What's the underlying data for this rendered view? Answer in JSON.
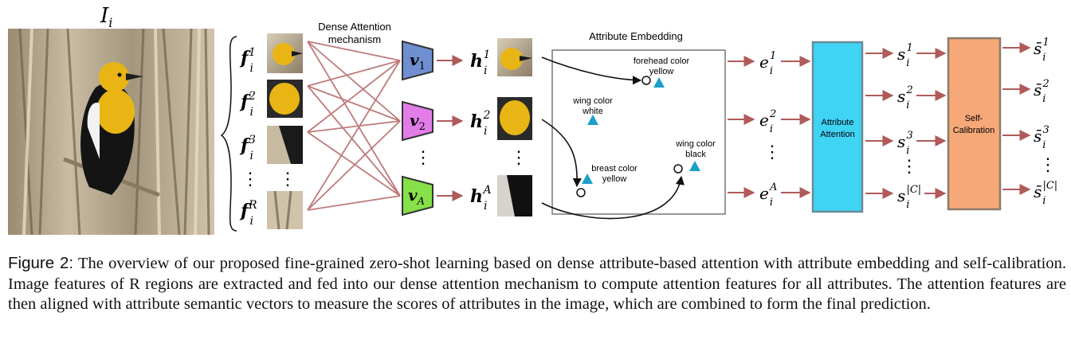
{
  "input_image_label": "I",
  "input_image_sub": "i",
  "features": [
    {
      "base": "f",
      "sub": "i",
      "sup": "1"
    },
    {
      "base": "f",
      "sub": "i",
      "sup": "2"
    },
    {
      "base": "f",
      "sub": "i",
      "sup": "3"
    },
    {
      "base": "f",
      "sub": "i",
      "sup": "R"
    }
  ],
  "vdots": "⋮",
  "dense_attention_title": [
    "Dense Attention",
    "mechanism"
  ],
  "attention_vectors": [
    {
      "base": "v",
      "sub": "1",
      "color": "#6f8fd0"
    },
    {
      "base": "v",
      "sub": "2",
      "color": "#e27de8"
    },
    {
      "base": "v",
      "sub": "A",
      "color": "#86e04a"
    }
  ],
  "attention_features": [
    {
      "base": "h",
      "sub": "i",
      "sup": "1"
    },
    {
      "base": "h",
      "sub": "i",
      "sup": "2"
    },
    {
      "base": "h",
      "sub": "i",
      "sup": "A"
    }
  ],
  "embedding_title": "Attribute Embedding",
  "embedding_labels": {
    "forehead": [
      "forehead color",
      "yellow"
    ],
    "wing_white": [
      "wing color",
      "white"
    ],
    "wing_black": [
      "wing color",
      "black"
    ],
    "breast": [
      "breast color",
      "yellow"
    ]
  },
  "embeddings": [
    {
      "base": "e",
      "sub": "i",
      "sup": "1"
    },
    {
      "base": "e",
      "sub": "i",
      "sup": "2"
    },
    {
      "base": "e",
      "sub": "i",
      "sup": "A"
    }
  ],
  "attribute_attention_label": [
    "Attribute",
    "Attention"
  ],
  "scores": [
    {
      "base": "s",
      "sub": "i",
      "sup": "1"
    },
    {
      "base": "s",
      "sub": "i",
      "sup": "2"
    },
    {
      "base": "s",
      "sub": "i",
      "sup": "3"
    },
    {
      "base": "s",
      "sub": "i",
      "sup": "|C|"
    }
  ],
  "self_calibration_label": [
    "Self-",
    "Calibration"
  ],
  "calibrated_scores": [
    {
      "base": "s̄",
      "sub": "i",
      "sup": "1"
    },
    {
      "base": "s̄",
      "sub": "i",
      "sup": "2"
    },
    {
      "base": "s̄",
      "sub": "i",
      "sup": "3"
    },
    {
      "base": "s̄",
      "sub": "i",
      "sup": "|C|"
    }
  ],
  "colors": {
    "arrow": "#b05a5a",
    "attr_attention": "#3fd4f4",
    "self_calibration": "#f6a878",
    "triangle": "#1aa0c8"
  },
  "caption": {
    "label": "Figure 2:",
    "lines": [
      "The overview of our proposed fine-grained zero-shot learning based on dense attribute-based attention with attribute embedding",
      "and self-calibration. Image features of R regions are extracted and fed into our dense attention mechanism to compute attention features",
      "for all attributes. The attention features are then aligned with attribute semantic vectors to measure the scores of attributes in the image,",
      "which are combined to form the final prediction."
    ]
  }
}
